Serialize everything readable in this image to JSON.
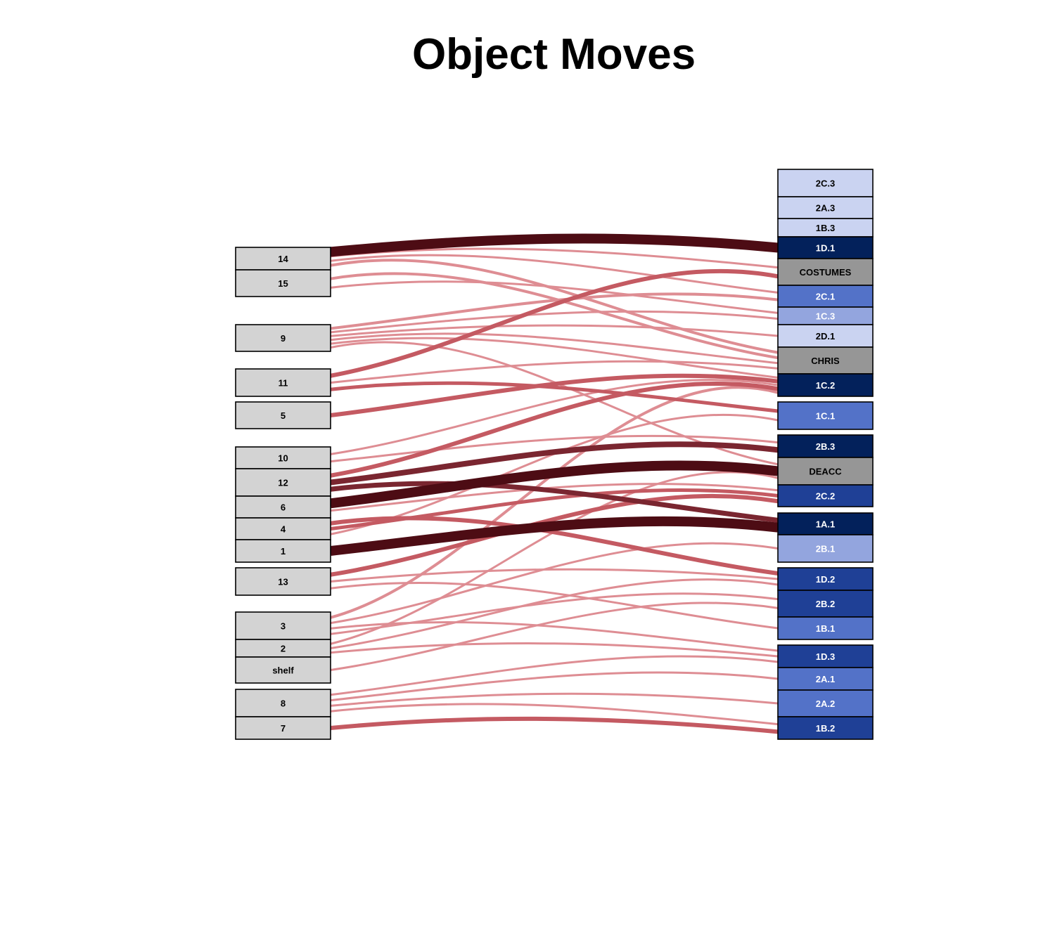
{
  "title": "Object Moves",
  "colors": {
    "source_fill": "#d3d3d3",
    "special_fill": "#969696",
    "link_light": "#de8d93",
    "link_mid": "#c45a62",
    "link_dark": "#7a2630",
    "link_darkest": "#4d0c14"
  },
  "sources": [
    {
      "id": "14",
      "label": "14"
    },
    {
      "id": "15",
      "label": "15"
    },
    {
      "id": "9",
      "label": "9"
    },
    {
      "id": "11",
      "label": "11"
    },
    {
      "id": "5",
      "label": "5"
    },
    {
      "id": "10",
      "label": "10"
    },
    {
      "id": "12",
      "label": "12"
    },
    {
      "id": "6",
      "label": "6"
    },
    {
      "id": "4",
      "label": "4"
    },
    {
      "id": "1",
      "label": "1"
    },
    {
      "id": "13",
      "label": "13"
    },
    {
      "id": "3",
      "label": "3"
    },
    {
      "id": "2",
      "label": "2"
    },
    {
      "id": "shelf",
      "label": "shelf"
    },
    {
      "id": "8",
      "label": "8"
    },
    {
      "id": "7",
      "label": "7"
    }
  ],
  "targets": [
    {
      "id": "2C.3",
      "label": "2C.3",
      "fill": "#cad3f1",
      "text": "#000000"
    },
    {
      "id": "2A.3",
      "label": "2A.3",
      "fill": "#cad3f1",
      "text": "#000000"
    },
    {
      "id": "1B.3",
      "label": "1B.3",
      "fill": "#cad3f1",
      "text": "#000000"
    },
    {
      "id": "1D.1",
      "label": "1D.1",
      "fill": "#03215b",
      "text": "#ffffff"
    },
    {
      "id": "COSTUMES",
      "label": "COSTUMES",
      "fill": "#969696",
      "text": "#000000"
    },
    {
      "id": "2C.1",
      "label": "2C.1",
      "fill": "#5372c8",
      "text": "#ffffff"
    },
    {
      "id": "1C.3",
      "label": "1C.3",
      "fill": "#93a5de",
      "text": "#ffffff"
    },
    {
      "id": "2D.1",
      "label": "2D.1",
      "fill": "#cad3f1",
      "text": "#000000"
    },
    {
      "id": "CHRIS",
      "label": "CHRIS",
      "fill": "#969696",
      "text": "#000000"
    },
    {
      "id": "1C.2",
      "label": "1C.2",
      "fill": "#03215b",
      "text": "#ffffff"
    },
    {
      "id": "1C.1",
      "label": "1C.1",
      "fill": "#5372c8",
      "text": "#ffffff"
    },
    {
      "id": "2B.3",
      "label": "2B.3",
      "fill": "#03215b",
      "text": "#ffffff"
    },
    {
      "id": "DEACC",
      "label": "DEACC",
      "fill": "#969696",
      "text": "#000000"
    },
    {
      "id": "2C.2",
      "label": "2C.2",
      "fill": "#1f4096",
      "text": "#ffffff"
    },
    {
      "id": "1A.1",
      "label": "1A.1",
      "fill": "#03215b",
      "text": "#ffffff"
    },
    {
      "id": "2B.1",
      "label": "2B.1",
      "fill": "#93a5de",
      "text": "#ffffff"
    },
    {
      "id": "1D.2",
      "label": "1D.2",
      "fill": "#1f4096",
      "text": "#ffffff"
    },
    {
      "id": "2B.2",
      "label": "2B.2",
      "fill": "#1f4096",
      "text": "#ffffff"
    },
    {
      "id": "1B.1",
      "label": "1B.1",
      "fill": "#5372c8",
      "text": "#ffffff"
    },
    {
      "id": "1D.3",
      "label": "1D.3",
      "fill": "#1f4096",
      "text": "#ffffff"
    },
    {
      "id": "2A.1",
      "label": "2A.1",
      "fill": "#5372c8",
      "text": "#ffffff"
    },
    {
      "id": "2A.2",
      "label": "2A.2",
      "fill": "#5372c8",
      "text": "#ffffff"
    },
    {
      "id": "1B.2",
      "label": "1B.2",
      "fill": "#1f4096",
      "text": "#ffffff"
    }
  ],
  "links": [
    {
      "from": "14",
      "to": "1D.1",
      "weight": 14
    },
    {
      "from": "14",
      "to": "COSTUMES",
      "weight": 3
    },
    {
      "from": "14",
      "to": "2C.1",
      "weight": 3
    },
    {
      "from": "14",
      "to": "CHRIS",
      "weight": 4
    },
    {
      "from": "15",
      "to": "CHRIS",
      "weight": 4
    },
    {
      "from": "15",
      "to": "1C.3",
      "weight": 3
    },
    {
      "from": "9",
      "to": "2C.1",
      "weight": 4
    },
    {
      "from": "9",
      "to": "1C.3",
      "weight": 3
    },
    {
      "from": "9",
      "to": "2D.1",
      "weight": 3
    },
    {
      "from": "9",
      "to": "CHRIS",
      "weight": 3
    },
    {
      "from": "9",
      "to": "1C.2",
      "weight": 3
    },
    {
      "from": "9",
      "to": "DEACC",
      "weight": 3
    },
    {
      "from": "11",
      "to": "COSTUMES",
      "weight": 6
    },
    {
      "from": "11",
      "to": "CHRIS",
      "weight": 3
    },
    {
      "from": "11",
      "to": "1C.1",
      "weight": 5
    },
    {
      "from": "5",
      "to": "1C.2",
      "weight": 6
    },
    {
      "from": "10",
      "to": "1C.2",
      "weight": 3
    },
    {
      "from": "10",
      "to": "2B.3",
      "weight": 3
    },
    {
      "from": "12",
      "to": "1C.2",
      "weight": 6
    },
    {
      "from": "12",
      "to": "2B.3",
      "weight": 8
    },
    {
      "from": "12",
      "to": "1A.1",
      "weight": 7
    },
    {
      "from": "6",
      "to": "DEACC",
      "weight": 14
    },
    {
      "from": "6",
      "to": "2C.2",
      "weight": 3
    },
    {
      "from": "4",
      "to": "1D.2",
      "weight": 6
    },
    {
      "from": "4",
      "to": "2C.2",
      "weight": 5
    },
    {
      "from": "4",
      "to": "1C.1",
      "weight": 3
    },
    {
      "from": "1",
      "to": "1A.1",
      "weight": 14
    },
    {
      "from": "13",
      "to": "2C.2",
      "weight": 6
    },
    {
      "from": "13",
      "to": "1D.2",
      "weight": 3
    },
    {
      "from": "13",
      "to": "1B.1",
      "weight": 3
    },
    {
      "from": "3",
      "to": "1C.2",
      "weight": 4
    },
    {
      "from": "3",
      "to": "2B.1",
      "weight": 3
    },
    {
      "from": "3",
      "to": "1D.3",
      "weight": 3
    },
    {
      "from": "3",
      "to": "2B.2",
      "weight": 3
    },
    {
      "from": "2",
      "to": "DEACC",
      "weight": 3
    },
    {
      "from": "2",
      "to": "1D.2",
      "weight": 3
    },
    {
      "from": "2",
      "to": "1D.3",
      "weight": 3
    },
    {
      "from": "shelf",
      "to": "2B.2",
      "weight": 3
    },
    {
      "from": "8",
      "to": "1D.3",
      "weight": 3
    },
    {
      "from": "8",
      "to": "2A.1",
      "weight": 3
    },
    {
      "from": "8",
      "to": "2A.2",
      "weight": 3
    },
    {
      "from": "8",
      "to": "1B.2",
      "weight": 3
    },
    {
      "from": "7",
      "to": "1B.2",
      "weight": 6
    }
  ]
}
